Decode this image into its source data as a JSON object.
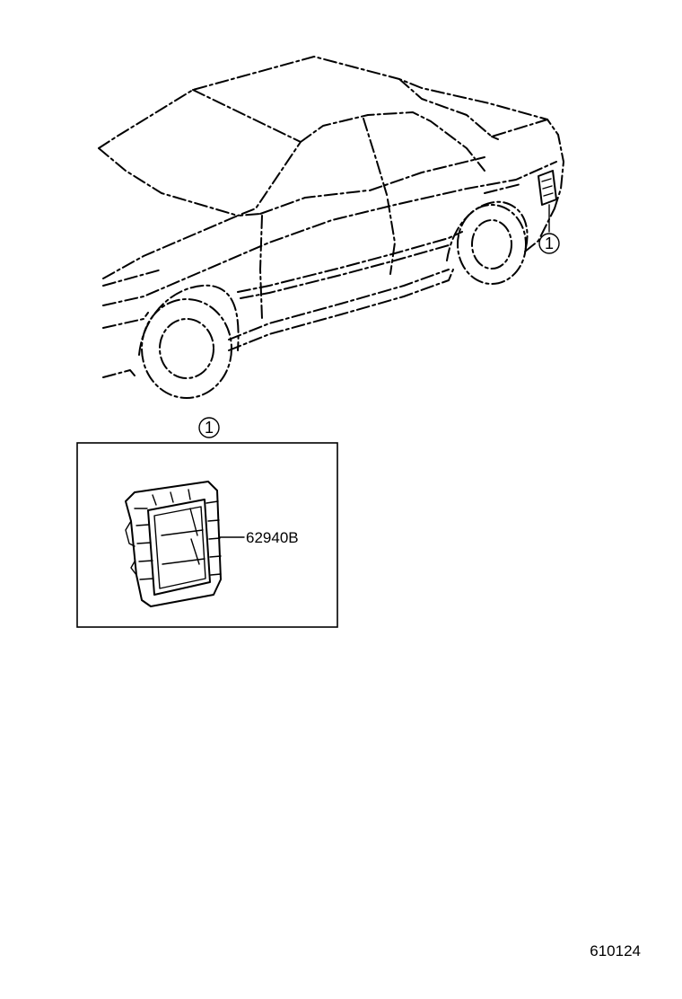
{
  "callouts": {
    "car_marker": "1",
    "detail_marker": "1"
  },
  "parts": {
    "vent_part_number": "62940B"
  },
  "diagram_code": "610124"
}
